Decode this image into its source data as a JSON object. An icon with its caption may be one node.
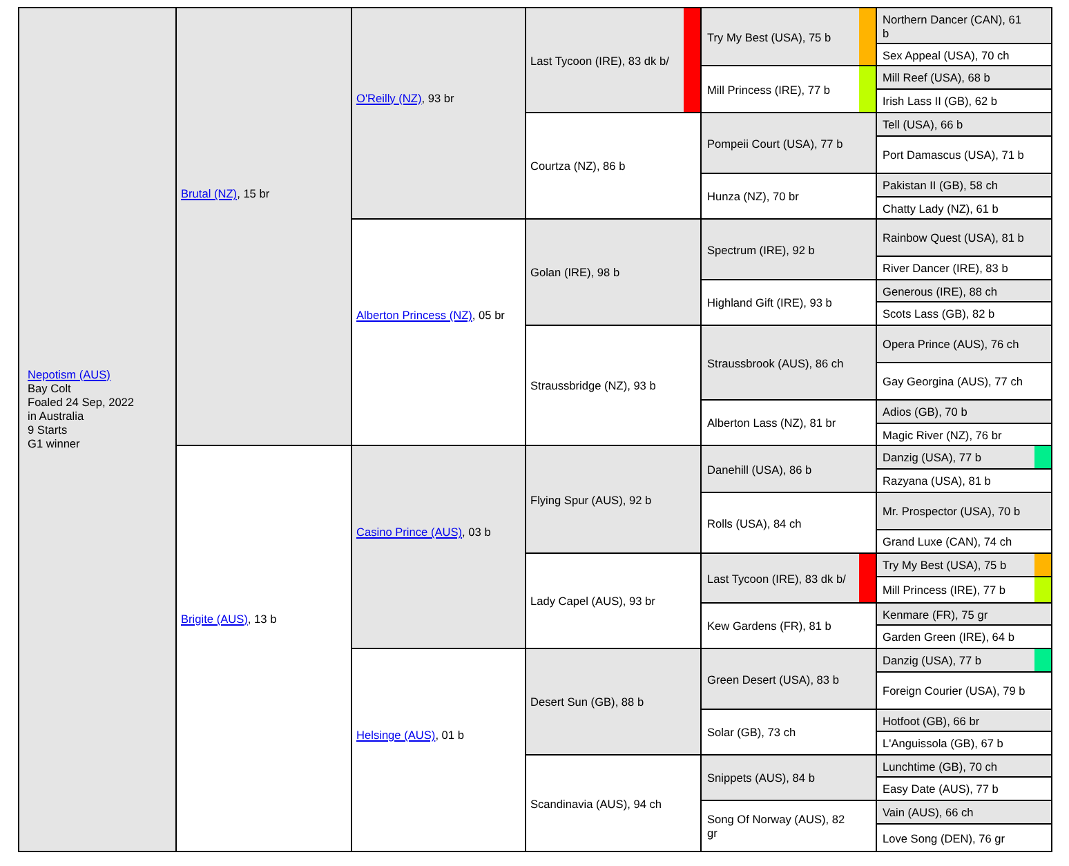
{
  "diagram": {
    "nodes": [
      {
        "text": [
          "Nepotism (AUS)",
          "Bay Colt",
          "Foaled 24 Sep, 2022",
          "in Australia",
          "9 Starts",
          "G1 winner"
        ]
      },
      {
        "text": [
          "Brutal (NZ)",
          ", 15 br"
        ]
      },
      {
        "text": [
          "O'Reilly (NZ)",
          ", 93 br"
        ]
      },
      {
        "text": [
          "Last Tycoon (IRE), 83 dk b/"
        ]
      },
      {
        "text": [
          "Try My Best (USA), 75 b"
        ]
      },
      {
        "text": [
          "Northern Dancer (CAN), 61 b"
        ]
      },
      {
        "text": [
          "Sex Appeal (USA), 70 ch"
        ]
      },
      {
        "text": [
          "Mill Princess (IRE), 77 b"
        ]
      },
      {
        "text": [
          "Mill Reef (USA), 68 b"
        ]
      },
      {
        "text": [
          "Irish Lass II (GB), 62 b"
        ]
      },
      {
        "text": [
          "Courtza (NZ), 86 b"
        ]
      },
      {
        "text": [
          "Pompeii Court (USA), 77 b"
        ]
      },
      {
        "text": [
          "Tell (USA), 66 b"
        ]
      },
      {
        "text": [
          "Port Damascus (USA), 71 b"
        ]
      },
      {
        "text": [
          "Hunza (NZ), 70 br"
        ]
      },
      {
        "text": [
          "Pakistan II (GB), 58 ch"
        ]
      },
      {
        "text": [
          "Chatty Lady (NZ), 61 b"
        ]
      },
      {
        "text": [
          "Alberton Princess (NZ)",
          ", 05 br"
        ]
      },
      {
        "text": [
          "Golan (IRE), 98 b"
        ]
      },
      {
        "text": [
          "Spectrum (IRE), 92 b"
        ]
      },
      {
        "text": [
          "Rainbow Quest (USA), 81 b"
        ]
      },
      {
        "text": [
          "River Dancer (IRE), 83 b"
        ]
      },
      {
        "text": [
          "Highland Gift (IRE), 93 b"
        ]
      },
      {
        "text": [
          "Generous (IRE), 88 ch"
        ]
      },
      {
        "text": [
          "Scots Lass (GB), 82 b"
        ]
      },
      {
        "text": [
          "Straussbridge (NZ), 93 b"
        ]
      },
      {
        "text": [
          "Straussbrook (AUS), 86 ch"
        ]
      },
      {
        "text": [
          "Opera Prince (AUS), 76 ch"
        ]
      },
      {
        "text": [
          "Gay Georgina (AUS), 77 ch"
        ]
      },
      {
        "text": [
          "Alberton Lass (NZ), 81 br"
        ]
      },
      {
        "text": [
          "Adios (GB), 70 b"
        ]
      },
      {
        "text": [
          "Magic River (NZ), 76 br"
        ]
      },
      {
        "text": [
          "Brigite (AUS)",
          ", 13 b"
        ]
      },
      {
        "text": [
          "Casino Prince (AUS)",
          ", 03 b"
        ]
      },
      {
        "text": [
          "Flying Spur (AUS), 92 b"
        ]
      },
      {
        "text": [
          "Danehill (USA), 86 b"
        ]
      },
      {
        "text": [
          "Danzig (USA), 77 b"
        ]
      },
      {
        "text": [
          "Razyana (USA), 81 b"
        ]
      },
      {
        "text": [
          "Rolls (USA), 84 ch"
        ]
      },
      {
        "text": [
          "Mr. Prospector (USA), 70 b"
        ]
      },
      {
        "text": [
          "Grand Luxe (CAN), 74 ch"
        ]
      },
      {
        "text": [
          "Lady Capel (AUS), 93 br"
        ]
      },
      {
        "text": [
          "Last Tycoon (IRE), 83 dk b/"
        ]
      },
      {
        "text": [
          "Try My Best (USA), 75 b"
        ]
      },
      {
        "text": [
          "Mill Princess (IRE), 77 b"
        ]
      },
      {
        "text": [
          "Kew Gardens (FR), 81 b"
        ]
      },
      {
        "text": [
          "Kenmare (FR), 75 gr"
        ]
      },
      {
        "text": [
          "Garden Green (IRE), 64 b"
        ]
      },
      {
        "text": [
          "Helsinge (AUS)",
          ", 01 b"
        ]
      },
      {
        "text": [
          "Desert Sun (GB), 88 b"
        ]
      },
      {
        "text": [
          "Green Desert (USA), 83 b"
        ]
      },
      {
        "text": [
          "Danzig (USA), 77 b"
        ]
      },
      {
        "text": [
          "Foreign Courier (USA), 79 b"
        ]
      },
      {
        "text": [
          "Solar (GB), 73 ch"
        ]
      },
      {
        "text": [
          "Hotfoot (GB), 66 br"
        ]
      },
      {
        "text": [
          "L'Anguissola (GB), 67 b"
        ]
      },
      {
        "text": [
          "Scandinavia (AUS), 94 ch"
        ]
      },
      {
        "text": [
          "Snippets (AUS), 84 b"
        ]
      },
      {
        "text": [
          "Lunchtime (GB), 70 ch"
        ]
      },
      {
        "text": [
          "Easy Date (AUS), 77 b"
        ]
      },
      {
        "text": [
          "Song Of Norway (AUS), 82 gr"
        ]
      },
      {
        "text": [
          "Vain (AUS), 66 ch"
        ]
      },
      {
        "text": [
          "Love Song (DEN), 76 gr"
        ]
      }
    ]
  }
}
